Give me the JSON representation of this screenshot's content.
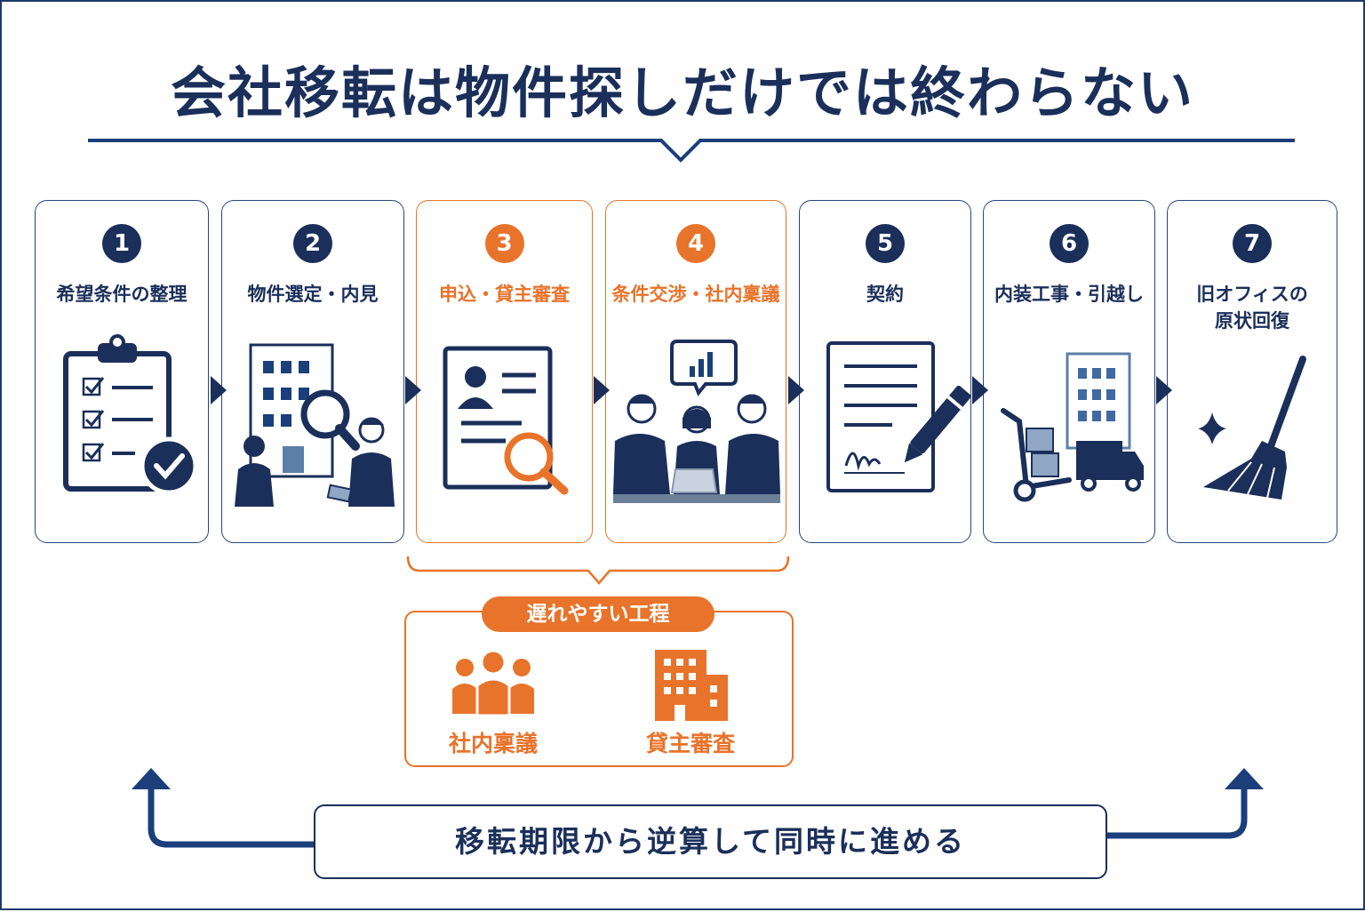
{
  "title": "会社移転は物件探しだけでは終わらない",
  "colors": {
    "navy": "#1a2f5a",
    "orange": "#e8732a"
  },
  "steps": [
    {
      "number": "1",
      "label": "希望条件の整理",
      "icon": "clipboard-checklist-icon",
      "highlight": false
    },
    {
      "number": "2",
      "label": "物件選定・内見",
      "icon": "building-inspection-icon",
      "highlight": false
    },
    {
      "number": "3",
      "label": "申込・貸主審査",
      "icon": "document-review-icon",
      "highlight": true
    },
    {
      "number": "4",
      "label": "条件交渉・社内稟議",
      "icon": "meeting-discussion-icon",
      "highlight": true
    },
    {
      "number": "5",
      "label": "契約",
      "icon": "contract-signing-icon",
      "highlight": false
    },
    {
      "number": "6",
      "label": "内装工事・引越し",
      "icon": "moving-truck-icon",
      "highlight": false
    },
    {
      "number": "7",
      "label": "旧オフィスの\n原状回復",
      "icon": "broom-cleaning-icon",
      "highlight": false
    }
  ],
  "delay": {
    "heading": "遅れやすい工程",
    "items": [
      {
        "label": "社内稟議",
        "icon": "people-group-icon"
      },
      {
        "label": "貸主審査",
        "icon": "office-building-icon"
      }
    ]
  },
  "bottom_message": "移転期限から逆算して同時に進める"
}
